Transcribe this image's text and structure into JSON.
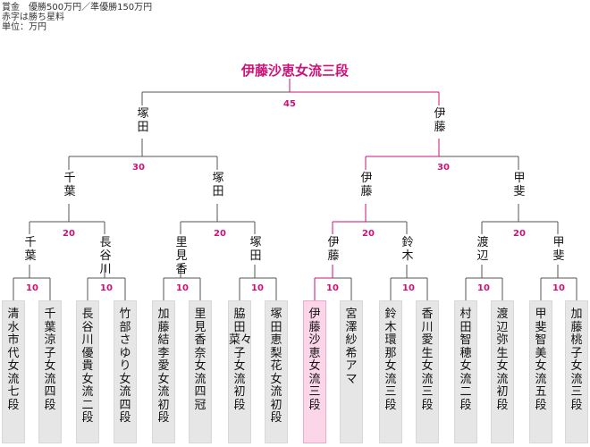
{
  "header": {
    "line1": "賞金　優勝500万円／準優勝150万円",
    "line2": "赤字は勝ち星料",
    "line3": "単位：万円"
  },
  "colors": {
    "win_line": "#cc1177",
    "line": "#555555",
    "box": "#e6e6e6",
    "win_box": "#fbd6e9"
  },
  "champion": "伊藤沙恵女流三段",
  "final": {
    "prize": "45",
    "left": "塚田",
    "right": "伊藤"
  },
  "semis": [
    {
      "prize": "30",
      "left": "千葉",
      "right": "塚田"
    },
    {
      "prize": "30",
      "left": "伊藤",
      "right": "甲斐"
    }
  ],
  "quarters": [
    {
      "prize": "20",
      "left": "千葉",
      "right": "長谷川"
    },
    {
      "prize": "20",
      "left": "里見香",
      "right": "塚田"
    },
    {
      "prize": "20",
      "left": "伊藤",
      "right": "鈴木"
    },
    {
      "prize": "20",
      "left": "渡辺",
      "right": "甲斐"
    }
  ],
  "first_round_prizes": [
    "10",
    "10",
    "10",
    "10",
    "10",
    "10",
    "10",
    "10"
  ],
  "players": [
    "清水市代女流七段",
    "千葉涼子女流四段",
    "長谷川優貴女流二段",
    "竹部さゆり女流四段",
    "加藤結李愛女流初段",
    "里見香奈女流四冠",
    "脇田菜々子女流初段",
    "塚田恵梨花女流初段",
    "伊藤沙恵女流三段",
    "宮澤紗希アマ",
    "鈴木環那女流三段",
    "香川愛生女流三段",
    "村田智穂女流二段",
    "渡辺弥生女流初段",
    "甲斐智美女流五段",
    "加藤桃子女流三段"
  ]
}
